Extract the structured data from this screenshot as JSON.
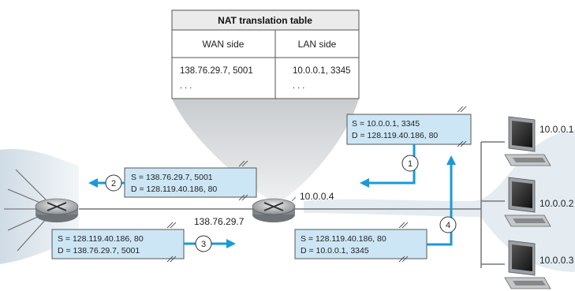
{
  "nat_table": {
    "title": "NAT translation table",
    "col_wan": "WAN side",
    "col_lan": "LAN side",
    "row1_wan": "138.76.29.7, 5001",
    "row1_lan": "10.0.0.1, 3345",
    "row2_wan": ". . .",
    "row2_lan": ". . ."
  },
  "router": {
    "wan_ip": "138.76.29.7",
    "lan_ip": "10.0.0.4"
  },
  "hosts": [
    "10.0.0.1",
    "10.0.0.2",
    "10.0.0.3"
  ],
  "packets": {
    "p1": {
      "step": "1",
      "src": "S = 10.0.0.1, 3345",
      "dst": "D = 128.119.40.186, 80"
    },
    "p2": {
      "step": "2",
      "src": "S = 138.76.29.7, 5001",
      "dst": "D = 128.119.40.186, 80"
    },
    "p3": {
      "step": "3",
      "src": "S = 128.119.40.186, 80",
      "dst": "D = 138.76.29.7, 5001"
    },
    "p4": {
      "step": "4",
      "src": "S = 128.119.40.186, 80",
      "dst": "D = 10.0.0.1, 3345"
    }
  },
  "colors": {
    "packet_fill": "#cde6f5",
    "arrow": "#1a9ad6",
    "network_shade": "#dde6ee",
    "table_header": "#ebebeb"
  }
}
